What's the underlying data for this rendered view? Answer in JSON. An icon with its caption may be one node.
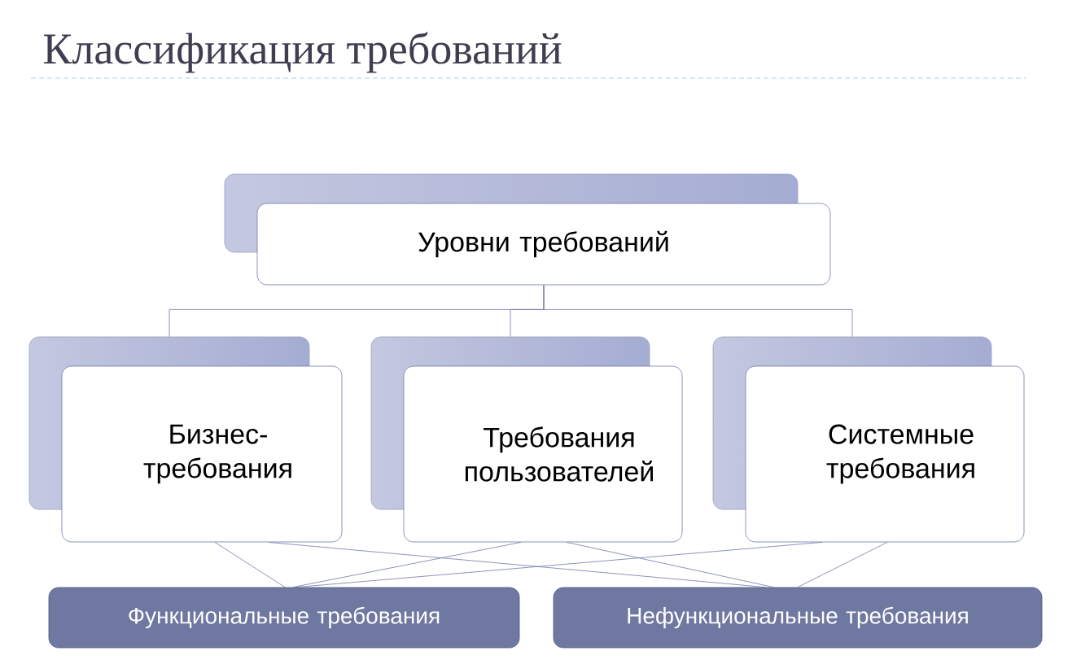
{
  "diagram": {
    "title": "Классификация требований",
    "nodes": [
      {
        "text": [
          "Уровни требований"
        ]
      },
      {
        "text": [
          "Бизнес-требования"
        ]
      },
      {
        "text": [
          "Требования пользователей"
        ]
      },
      {
        "text": [
          "Системные требования"
        ]
      },
      {
        "text": [
          "Функциональные требования"
        ]
      },
      {
        "text": [
          "Нефункциональные требования"
        ]
      }
    ],
    "edges": [
      {
        "from": 0,
        "to": 1,
        "arrow": "none"
      },
      {
        "from": 0,
        "to": 2,
        "arrow": "none"
      },
      {
        "from": 0,
        "to": 3,
        "arrow": "none"
      },
      {
        "from": 1,
        "to": 4,
        "arrow": "none"
      },
      {
        "from": 1,
        "to": 5,
        "arrow": "none"
      },
      {
        "from": 2,
        "to": 4,
        "arrow": "none"
      },
      {
        "from": 2,
        "to": 5,
        "arrow": "none"
      },
      {
        "from": 3,
        "to": 4,
        "arrow": "none"
      },
      {
        "from": 3,
        "to": 5,
        "arrow": "none"
      }
    ]
  }
}
